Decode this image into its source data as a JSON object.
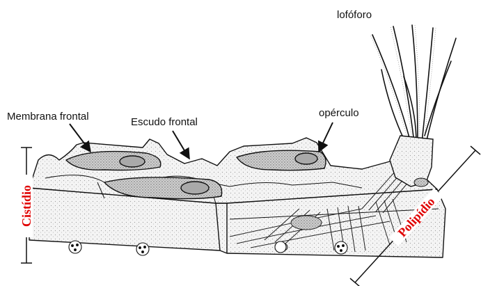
{
  "labels": {
    "lofoforo": "lofóforo",
    "membrana": "Membrana frontal",
    "escudo": "Escudo frontal",
    "operculo": "opérculo",
    "cistidio": "Cistídio",
    "polipidio": "Polipídio"
  },
  "colors": {
    "accent": "#e00000",
    "line": "#111111",
    "shade": "#c9c9c9",
    "fill": "#f4f4f4"
  }
}
